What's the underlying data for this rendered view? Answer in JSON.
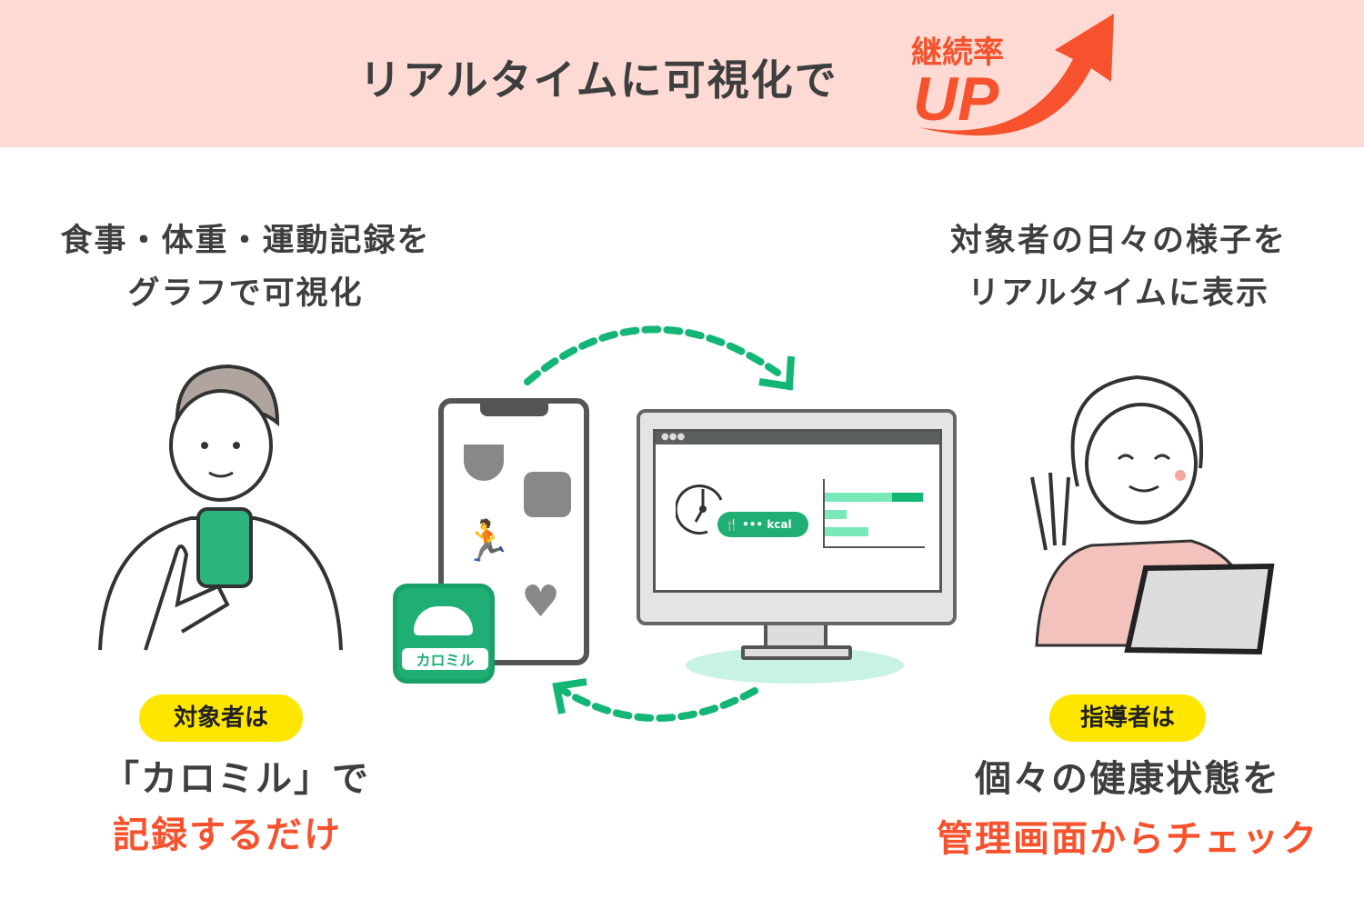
{
  "header": {
    "title": "リアルタイムに可視化で",
    "accent_sub": "継続率",
    "accent_main": "UP",
    "bg_color": "#fddbd4",
    "accent_color": "#f5522d"
  },
  "left": {
    "caption_line1": "食事・体重・運動記録を",
    "caption_line2": "グラフで可視化",
    "badge": "対象者は",
    "line1": "「カロミル」で",
    "line2": "記録するだけ"
  },
  "right": {
    "caption_line1": "対象者の日々の様子を",
    "caption_line2": "リアルタイムに表示",
    "badge": "指導者は",
    "line1": "個々の健康状態を",
    "line2": "管理画面からチェック"
  },
  "center": {
    "app_name": "カロミル",
    "kcal_label": "kcal",
    "kcal_dots": "•••",
    "brand_green": "#1fae73"
  }
}
